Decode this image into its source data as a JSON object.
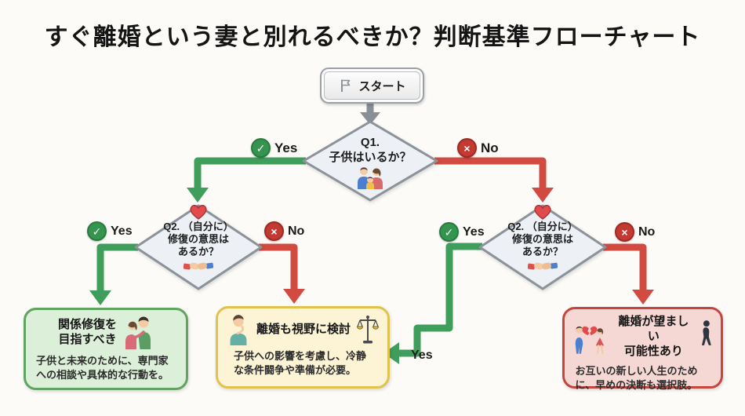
{
  "title": "すぐ離婚という妻と別れるべきか？判断基準フローチャート",
  "start": {
    "label": "スタート",
    "icon": "flag-icon"
  },
  "labels": {
    "yes": "Yes",
    "no": "No"
  },
  "q1": {
    "number": "Q1.",
    "question": "子供はいるか？",
    "icon": "family-icon"
  },
  "q2": {
    "line1": "Q2. （自分に）",
    "line2": "修復の意思は",
    "line3": "あるか？",
    "icon_top": "heart-icon",
    "icon_bottom": "handshake-icon"
  },
  "outcomes": {
    "repair": {
      "title_line1": "関係修復を",
      "title_line2": "目指すべき",
      "body": "子供と未来のために、専門家への相談や具体的な行動を。",
      "icon": "hugging-couple-icon",
      "fill": "#dcefd8",
      "accent": "#61a361"
    },
    "consider": {
      "title": "離婚も視野に検討",
      "body": "子供への影響を考慮し、冷静な条件闘争や準備が必要。",
      "icon_left": "thinking-person-icon",
      "icon_right": "scales-icon",
      "fill": "#fcf4d5",
      "accent": "#e2c24e"
    },
    "divorce": {
      "title_line1": "離婚が望ましい",
      "title_line2": "可能性あり",
      "body": "お互いの新しい人生のために、早めの決断も選択肢。",
      "icon_left": "breakup-couple-icon",
      "icon_right": "walking-person-icon",
      "fill": "#f5d7d4",
      "accent": "#c4463e"
    }
  },
  "edges": [
    {
      "from": "start",
      "to": "q1",
      "label": "",
      "color": "#898f96"
    },
    {
      "from": "q1",
      "to": "q2-left",
      "label": "Yes",
      "color": "#3f9e5b"
    },
    {
      "from": "q1",
      "to": "q2-right",
      "label": "No",
      "color": "#d14b40"
    },
    {
      "from": "q2-left",
      "to": "repair",
      "label": "Yes",
      "color": "#3f9e5b"
    },
    {
      "from": "q2-left",
      "to": "consider",
      "label": "No",
      "color": "#d14b40"
    },
    {
      "from": "q2-right",
      "to": "consider",
      "label": "Yes",
      "color": "#3f9e5b"
    },
    {
      "from": "q2-right",
      "to": "divorce",
      "label": "No",
      "color": "#d14b40"
    }
  ],
  "colors": {
    "yes_green": "#3f9e5b",
    "no_red": "#d14b40",
    "connector_gray": "#898f96",
    "diamond_fill": "#edf1f5",
    "diamond_border": "#8b9299",
    "background": "#fcfbf8"
  }
}
